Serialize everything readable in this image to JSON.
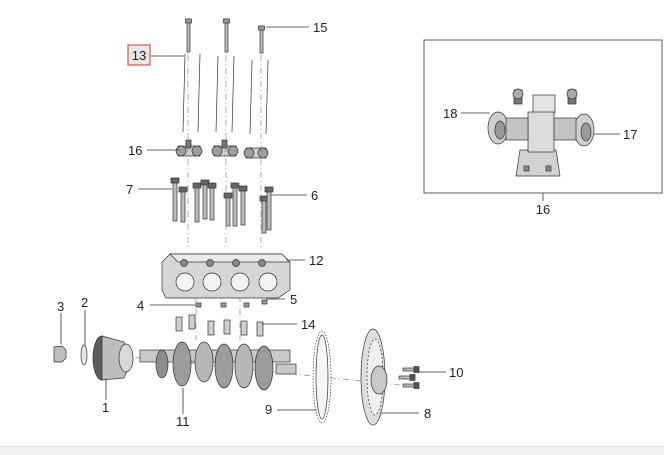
{
  "diagram": {
    "callouts": {
      "c1": "1",
      "c2": "2",
      "c3": "3",
      "c4": "4",
      "c5": "5",
      "c6": "6",
      "c7": "7",
      "c8": "8",
      "c9": "9",
      "c10": "10",
      "c11": "11",
      "c12": "12",
      "c13": "13",
      "c14": "14",
      "c15": "15",
      "c16": "16",
      "c16_inset": "16",
      "c17": "17",
      "c18": "18"
    },
    "highlighted_callout": "13",
    "colors": {
      "highlight_border": "#d9534f",
      "highlight_fill": "#e8e8e8",
      "line": "#333333",
      "part_fill": "#d8d8d8",
      "part_dark": "#8a8a8a"
    }
  }
}
